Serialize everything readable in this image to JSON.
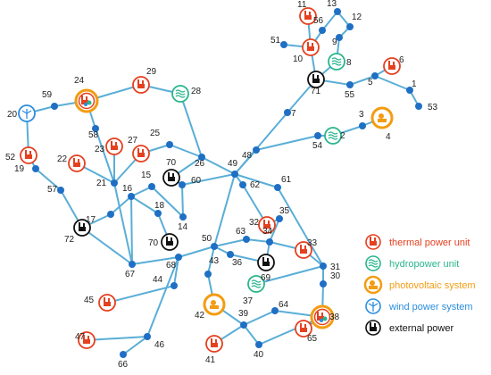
{
  "colors": {
    "edge": "#5aaed6",
    "bus": "#1f6fc4",
    "thermal": "#e5401f",
    "hydro": "#2ab58c",
    "pv": "#f39c12",
    "wind": "#2a8ee0",
    "external": "#111111"
  },
  "buses": [
    {
      "id": "1",
      "label": "1"
    },
    {
      "id": "2",
      "label": "2"
    },
    {
      "id": "3",
      "label": "3"
    },
    {
      "id": "4",
      "label": "4"
    },
    {
      "id": "5",
      "label": "5"
    },
    {
      "id": "6",
      "label": "6"
    },
    {
      "id": "7",
      "label": "7"
    },
    {
      "id": "8",
      "label": "8"
    },
    {
      "id": "9",
      "label": "9"
    },
    {
      "id": "10",
      "label": "10"
    },
    {
      "id": "11",
      "label": "11"
    },
    {
      "id": "12",
      "label": "12"
    },
    {
      "id": "13",
      "label": "13"
    },
    {
      "id": "14",
      "label": "14"
    },
    {
      "id": "15",
      "label": "15"
    },
    {
      "id": "16",
      "label": "16"
    },
    {
      "id": "17",
      "label": "17"
    },
    {
      "id": "18",
      "label": "18"
    },
    {
      "id": "19",
      "label": "19"
    },
    {
      "id": "20",
      "label": "20"
    },
    {
      "id": "21",
      "label": "21"
    },
    {
      "id": "22",
      "label": "22"
    },
    {
      "id": "23",
      "label": "23"
    },
    {
      "id": "24",
      "label": "24"
    },
    {
      "id": "25",
      "label": "25"
    },
    {
      "id": "26",
      "label": "26"
    },
    {
      "id": "27",
      "label": "27"
    },
    {
      "id": "28",
      "label": "28"
    },
    {
      "id": "29",
      "label": "29"
    },
    {
      "id": "30",
      "label": "30"
    },
    {
      "id": "31",
      "label": "31"
    },
    {
      "id": "32",
      "label": "32"
    },
    {
      "id": "33",
      "label": "33"
    },
    {
      "id": "34",
      "label": "34"
    },
    {
      "id": "35",
      "label": "35"
    },
    {
      "id": "36",
      "label": "36"
    },
    {
      "id": "37",
      "label": "37"
    },
    {
      "id": "38",
      "label": "38"
    },
    {
      "id": "39",
      "label": "39"
    },
    {
      "id": "40",
      "label": "40"
    },
    {
      "id": "41",
      "label": "41"
    },
    {
      "id": "42",
      "label": "42"
    },
    {
      "id": "43",
      "label": "43"
    },
    {
      "id": "44",
      "label": "44"
    },
    {
      "id": "45",
      "label": "45"
    },
    {
      "id": "46",
      "label": "46"
    },
    {
      "id": "47",
      "label": "47"
    },
    {
      "id": "48",
      "label": "48"
    },
    {
      "id": "49",
      "label": "49"
    },
    {
      "id": "50",
      "label": "50"
    },
    {
      "id": "51",
      "label": "51"
    },
    {
      "id": "52",
      "label": "52"
    },
    {
      "id": "53",
      "label": "53"
    },
    {
      "id": "54",
      "label": "54"
    },
    {
      "id": "55",
      "label": "55"
    },
    {
      "id": "56",
      "label": "56"
    },
    {
      "id": "57",
      "label": "57"
    },
    {
      "id": "58",
      "label": "58"
    },
    {
      "id": "59",
      "label": "59"
    },
    {
      "id": "60",
      "label": "60"
    },
    {
      "id": "61",
      "label": "61"
    },
    {
      "id": "62",
      "label": "62"
    },
    {
      "id": "63",
      "label": "63"
    },
    {
      "id": "64",
      "label": "64"
    },
    {
      "id": "65",
      "label": "65"
    },
    {
      "id": "66",
      "label": "66"
    },
    {
      "id": "67",
      "label": "67"
    },
    {
      "id": "68",
      "label": "68"
    },
    {
      "id": "69",
      "label": "69"
    },
    {
      "id": "70a",
      "label": "70"
    },
    {
      "id": "70b",
      "label": "70"
    },
    {
      "id": "71",
      "label": "71"
    },
    {
      "id": "72",
      "label": "72"
    }
  ],
  "edges": [
    [
      "53",
      "1"
    ],
    [
      "1",
      "5"
    ],
    [
      "5",
      "55"
    ],
    [
      "55",
      "71"
    ],
    [
      "5",
      "6"
    ],
    [
      "71",
      "10"
    ],
    [
      "71",
      "8"
    ],
    [
      "8",
      "9"
    ],
    [
      "9",
      "12"
    ],
    [
      "12",
      "13"
    ],
    [
      "13",
      "56"
    ],
    [
      "56",
      "10"
    ],
    [
      "10",
      "11"
    ],
    [
      "10",
      "51"
    ],
    [
      "71",
      "7"
    ],
    [
      "7",
      "49"
    ],
    [
      "4",
      "3"
    ],
    [
      "3",
      "2"
    ],
    [
      "2",
      "54"
    ],
    [
      "54",
      "48"
    ],
    [
      "48",
      "49"
    ],
    [
      "49",
      "26"
    ],
    [
      "49",
      "60"
    ],
    [
      "49",
      "62"
    ],
    [
      "49",
      "61"
    ],
    [
      "49",
      "50"
    ],
    [
      "26",
      "28"
    ],
    [
      "28",
      "29"
    ],
    [
      "29",
      "24"
    ],
    [
      "24",
      "59"
    ],
    [
      "59",
      "20"
    ],
    [
      "24",
      "58"
    ],
    [
      "58",
      "21"
    ],
    [
      "20",
      "52"
    ],
    [
      "52",
      "19"
    ],
    [
      "19",
      "57"
    ],
    [
      "57",
      "72"
    ],
    [
      "72",
      "17"
    ],
    [
      "17",
      "16"
    ],
    [
      "16",
      "15"
    ],
    [
      "15",
      "14"
    ],
    [
      "16",
      "18"
    ],
    [
      "18",
      "70a"
    ],
    [
      "16",
      "67"
    ],
    [
      "21",
      "22"
    ],
    [
      "21",
      "23"
    ],
    [
      "21",
      "27"
    ],
    [
      "27",
      "25"
    ],
    [
      "25",
      "26"
    ],
    [
      "21",
      "67"
    ],
    [
      "26",
      "70b"
    ],
    [
      "70b",
      "60"
    ],
    [
      "60",
      "14"
    ],
    [
      "62",
      "32"
    ],
    [
      "32",
      "35"
    ],
    [
      "35",
      "34"
    ],
    [
      "34",
      "33"
    ],
    [
      "33",
      "31"
    ],
    [
      "61",
      "31"
    ],
    [
      "31",
      "30"
    ],
    [
      "30",
      "38"
    ],
    [
      "31",
      "37"
    ],
    [
      "34",
      "69"
    ],
    [
      "34",
      "63"
    ],
    [
      "63",
      "50"
    ],
    [
      "50",
      "36"
    ],
    [
      "36",
      "69"
    ],
    [
      "50",
      "43"
    ],
    [
      "43",
      "42"
    ],
    [
      "42",
      "39"
    ],
    [
      "39",
      "64"
    ],
    [
      "64",
      "38"
    ],
    [
      "39",
      "40"
    ],
    [
      "40",
      "38"
    ],
    [
      "38",
      "65"
    ],
    [
      "39",
      "41"
    ],
    [
      "50",
      "68"
    ],
    [
      "68",
      "67"
    ],
    [
      "68",
      "44"
    ],
    [
      "44",
      "45"
    ],
    [
      "68",
      "46"
    ],
    [
      "46",
      "47"
    ],
    [
      "46",
      "66"
    ],
    [
      "72",
      "67"
    ]
  ],
  "sources": [
    {
      "bus": "11",
      "type": "thermal"
    },
    {
      "bus": "6",
      "type": "thermal"
    },
    {
      "bus": "10",
      "type": "thermal"
    },
    {
      "bus": "29",
      "type": "thermal"
    },
    {
      "bus": "27",
      "type": "thermal"
    },
    {
      "bus": "23",
      "type": "thermal"
    },
    {
      "bus": "22",
      "type": "thermal"
    },
    {
      "bus": "52",
      "type": "thermal"
    },
    {
      "bus": "32",
      "type": "thermal"
    },
    {
      "bus": "33",
      "type": "thermal"
    },
    {
      "bus": "45",
      "type": "thermal"
    },
    {
      "bus": "47",
      "type": "thermal"
    },
    {
      "bus": "41",
      "type": "thermal"
    },
    {
      "bus": "65",
      "type": "thermal"
    },
    {
      "bus": "8",
      "type": "hydro"
    },
    {
      "bus": "28",
      "type": "hydro"
    },
    {
      "bus": "2",
      "type": "hydro"
    },
    {
      "bus": "37",
      "type": "hydro"
    },
    {
      "bus": "4",
      "type": "pv"
    },
    {
      "bus": "42",
      "type": "pv"
    },
    {
      "bus": "20",
      "type": "wind"
    },
    {
      "bus": "71",
      "type": "external"
    },
    {
      "bus": "70a",
      "type": "external"
    },
    {
      "bus": "70b",
      "type": "external"
    },
    {
      "bus": "72",
      "type": "external"
    },
    {
      "bus": "69",
      "type": "external"
    },
    {
      "bus": "24",
      "type": "multi"
    },
    {
      "bus": "38",
      "type": "multi"
    }
  ],
  "legend": [
    {
      "type": "thermal",
      "label": "thermal power unit"
    },
    {
      "type": "hydro",
      "label": "hydropower unit"
    },
    {
      "type": "pv",
      "label": "photovoltaic system"
    },
    {
      "type": "wind",
      "label": "wind power system"
    },
    {
      "type": "external",
      "label": "external power"
    }
  ]
}
